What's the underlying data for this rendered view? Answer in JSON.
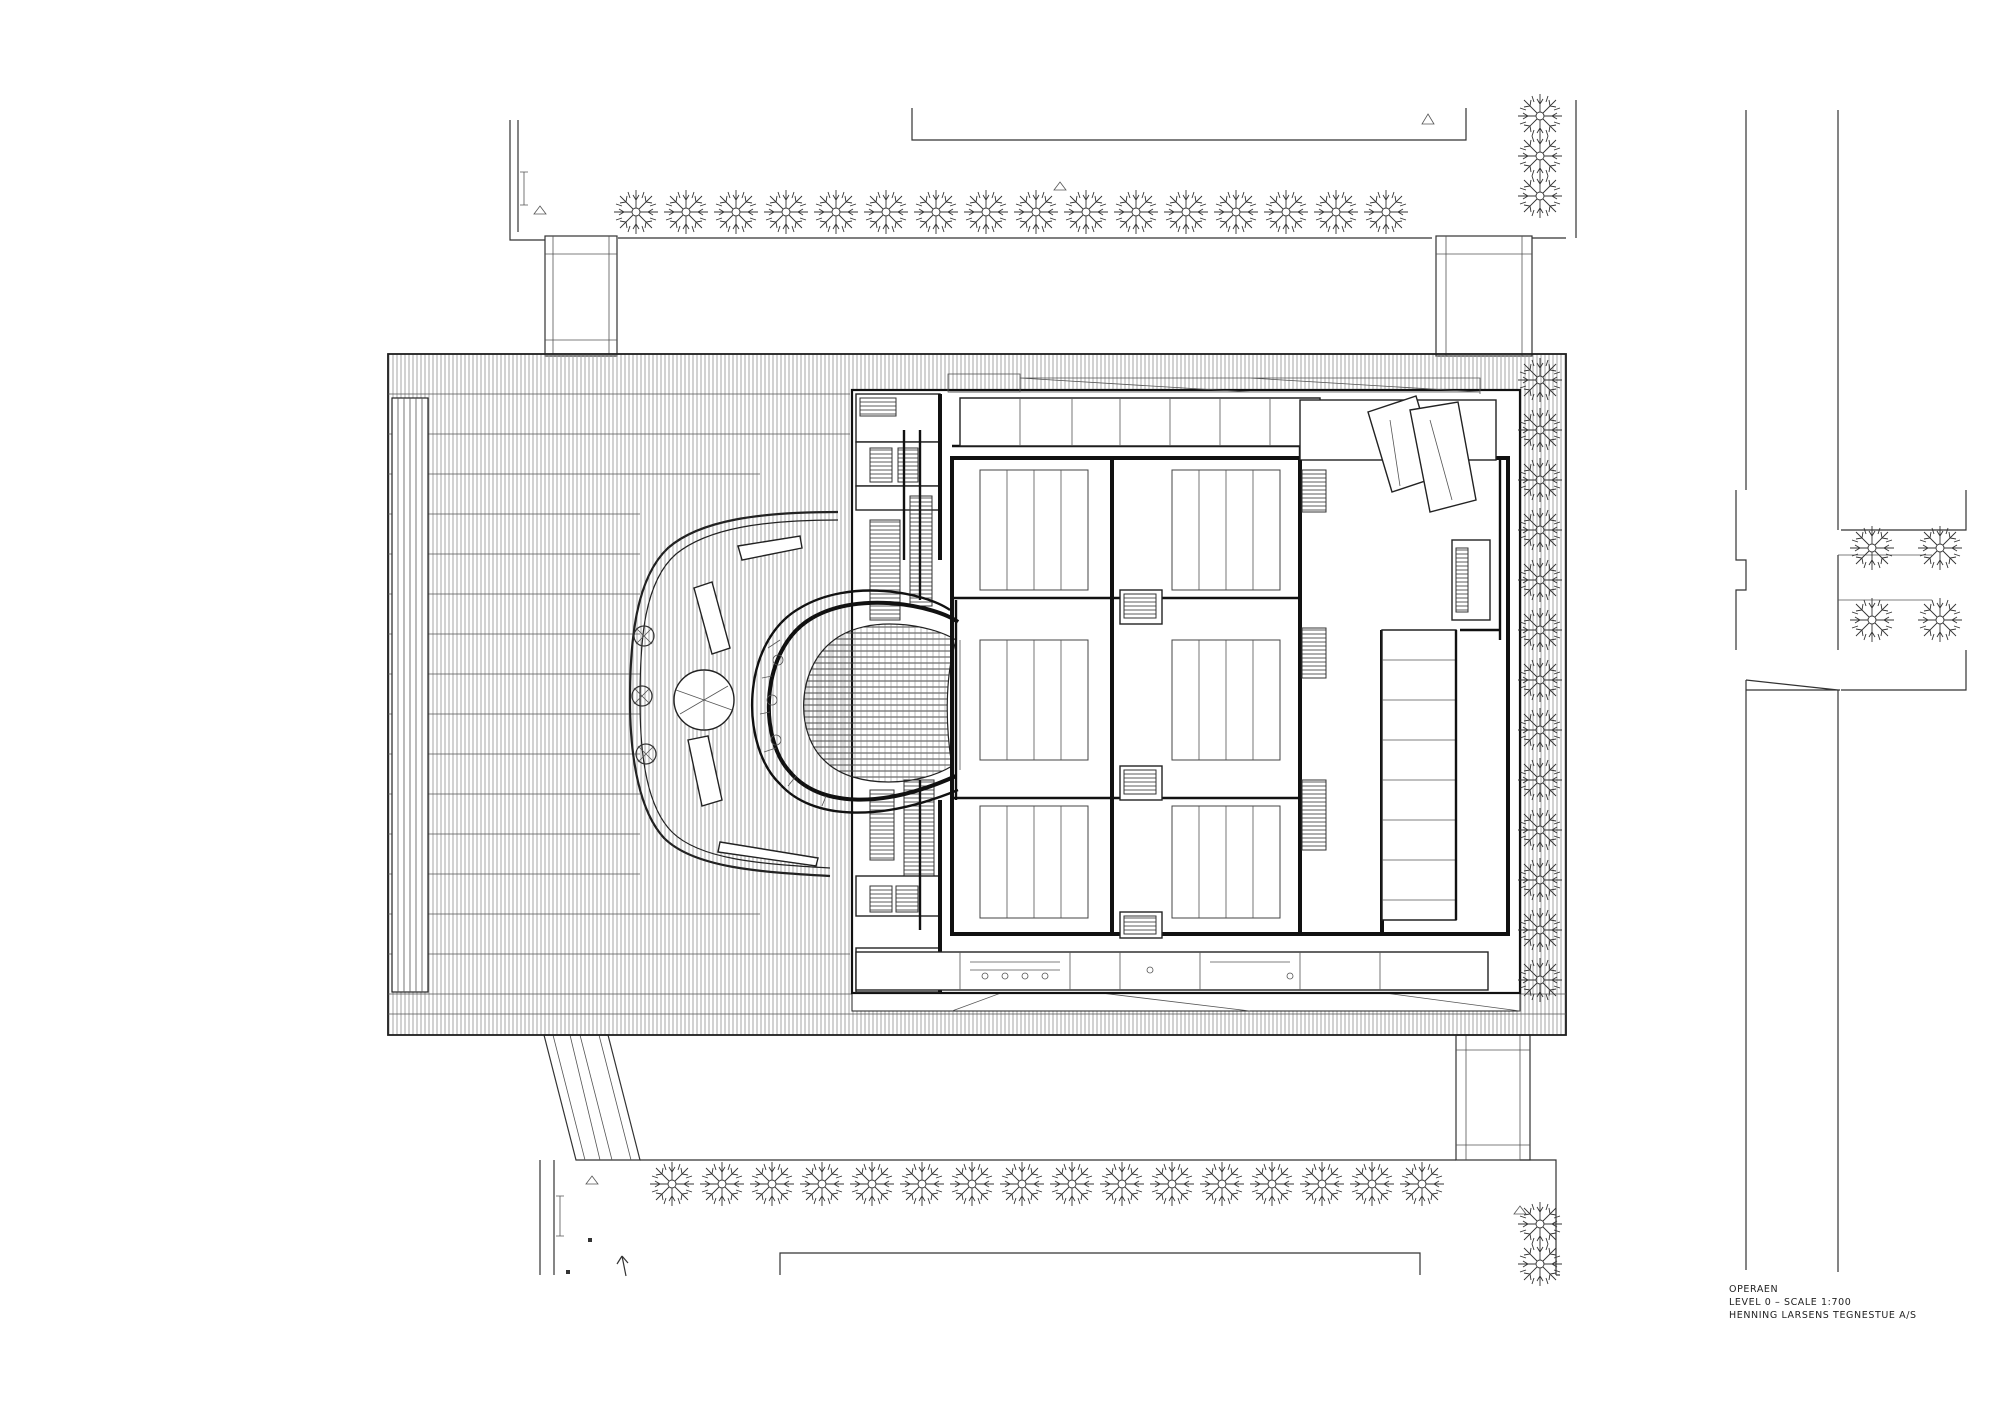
{
  "drawing": {
    "type": "architectural floor plan",
    "colors": {
      "background": "#ffffff",
      "line": "#222222",
      "deck_hatch": "#9a9a9a"
    }
  },
  "title_block": {
    "project": "OPERAEN",
    "level_scale": "LEVEL 0 – SCALE 1:700",
    "firm": "HENNING LARSENS TEGNESTUE A/S"
  }
}
